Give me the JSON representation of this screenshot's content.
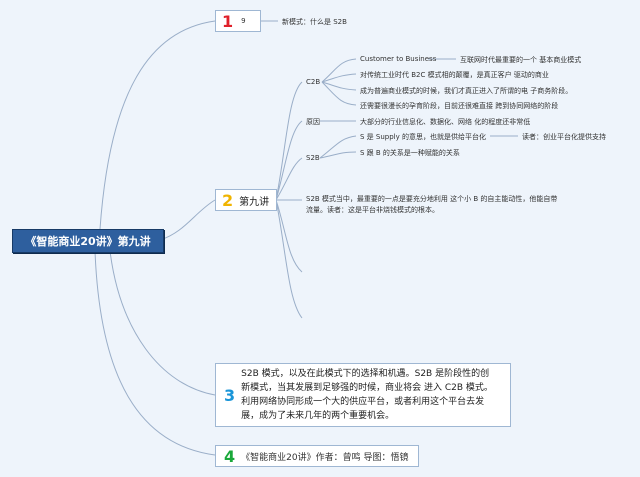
{
  "central_topic": "《智能商业20讲》第九讲",
  "branch1": {
    "number": "1",
    "label": "9",
    "child": "新模式：什么是 S2B"
  },
  "branch2": {
    "number": "2",
    "label": "第九讲",
    "c2b": {
      "label": "C2B",
      "items": [
        {
          "text": "Customer to Business",
          "note": "互联网时代最重要的一个 基本商业模式"
        },
        {
          "text": "对传统工业时代 B2C 模式相的颠覆，是真正客户 驱动的商业"
        },
        {
          "text": "成为普遍商业模式的时候，我们才真正进入了所谓的电 子商务阶段。"
        },
        {
          "text": "还需要很漫长的孕育阶段，目前还很难直接 跨到协同网络的阶段"
        }
      ]
    },
    "reason": {
      "label": "原因",
      "text": "大部分的行业信息化、数据化、网络 化的程度还非常低"
    },
    "s2b": {
      "label": "S2B",
      "items": [
        {
          "text": "S 是 Supply 的意思，也就是供给平台化",
          "note": "读者：创业平台化提供支持"
        },
        {
          "text": "S 跟 B 的关系是一种赋能的关系"
        }
      ]
    },
    "note_line1": "S2B 模式当中，最重要的一点是要充分地利用 这个小 B 的自主能动性，他能自带",
    "note_line2": "流量。读者：这是平台非烧钱模式的根本。"
  },
  "branch3": {
    "number": "3",
    "lines": [
      "S2B 模式，以及在此模式下的选择和机遇。S2B 是阶段性的创",
      "新模式，当其发展到足够强的时候，商业将会 进入 C2B 模式。",
      "利用网络协同形成一个大的供应平台，或者利用这个平台去发",
      "展，成为了未来几年的两个重要机会。"
    ]
  },
  "branch4": {
    "number": "4",
    "text": "《智能商业20讲》作者：曾鸣 导图：悟镜"
  },
  "colors": {
    "background": "#eef4fb",
    "root_fill": "#2e5f9e",
    "line": "#9aaec8",
    "num1": "#e0202a",
    "num2": "#f0b400",
    "num3": "#1a95d8",
    "num4": "#1aa83a"
  }
}
